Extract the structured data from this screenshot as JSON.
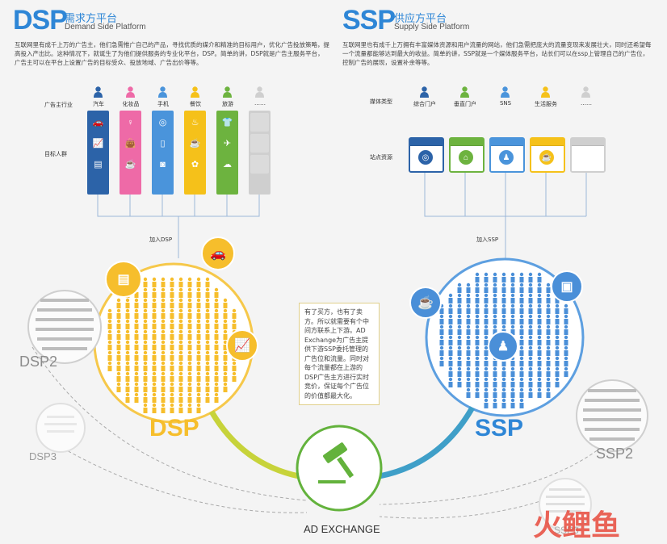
{
  "dsp": {
    "abbr": "DSP",
    "cn": "需求方平台",
    "en": "Demand Side Platform",
    "desc": "互联网里有成千上万的广告主，他们急需推广自己的产品，寻找优质的媒介和精准的目标用户，优化广告投放策略，提高投入产出比。这种情况下，就诞生了为他们提供服务的专业化平台，DSP。简单的讲，DSP就是广告主服务平台，广告主可以在平台上设置广告的目标受众、投放地域、广告出价等等。",
    "row_label": "广告主行业",
    "target_label": "目标人群",
    "categories": [
      "汽车",
      "化妆品",
      "手机",
      "餐饮",
      "旅游",
      "……"
    ],
    "add_label": "加入DSP",
    "circle_label": "DSP"
  },
  "ssp": {
    "abbr": "SSP",
    "cn": "供应方平台",
    "en": "Supply Side Platform",
    "desc": "互联网里也有成千上万拥有丰富媒体资源和用户流量的网站，他们急需把庞大的流量变现来发展壮大，同时还希望每一个流量都能够达到最大的收益。简单的讲，SSP就是一个媒体服务平台，站长们可以在ssp上管理自己的广告位，控制广告的展现，设置补余等等。",
    "row_label": "媒体类型",
    "site_label": "站点资源",
    "categories": [
      "综合门户",
      "垂直门户",
      "SNS",
      "生活服务",
      "……"
    ],
    "add_label": "加入SSP",
    "circle_label": "SSP"
  },
  "exchange": {
    "label": "AD EXCHANGE",
    "note": "有了买方，也有了卖方。所以就需要有个中间方联系上下游。AD Exchange为广告主提供下游SSP委托管理的广告位和流量。同时对每个流量都在上游的DSP广告主方进行实时竞价，保证每个广告位的价值都最大化。"
  },
  "others": {
    "dsp2": "DSP2",
    "dsp3": "DSP3",
    "ssp2": "SSP2",
    "ssp3": "SSP3"
  },
  "watermark": "火鲤鱼",
  "colors": {
    "blue": "#2c63a8",
    "pink": "#ee6aa7",
    "skyblue": "#4a94db",
    "yellow": "#f5c11a",
    "green": "#6db33f",
    "gray": "#cfcfcf",
    "dsp_yellow": "#f6be2c",
    "ssp_blue": "#4a8fd8",
    "exchange_green": "#63b23c"
  }
}
